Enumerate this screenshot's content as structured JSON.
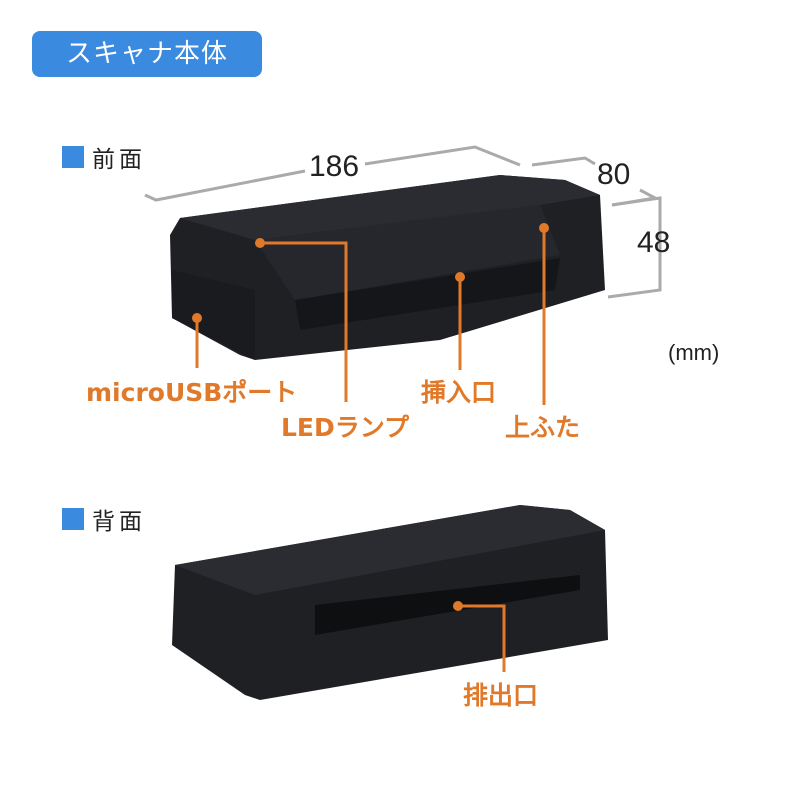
{
  "title": "スキャナ本体",
  "front": {
    "heading": "前面",
    "dimensions": {
      "width": "186",
      "depth": "80",
      "height": "48",
      "unit": "(mm)"
    },
    "callouts": [
      {
        "label": "microUSBポート"
      },
      {
        "label": "LEDランプ"
      },
      {
        "label": "挿入口"
      },
      {
        "label": "上ふた"
      }
    ]
  },
  "back": {
    "heading": "背面",
    "callouts": [
      {
        "label": "排出口"
      }
    ]
  },
  "colors": {
    "accent": "#3a8ae0",
    "callout": "#e07a2a",
    "device": "#1f2024"
  }
}
